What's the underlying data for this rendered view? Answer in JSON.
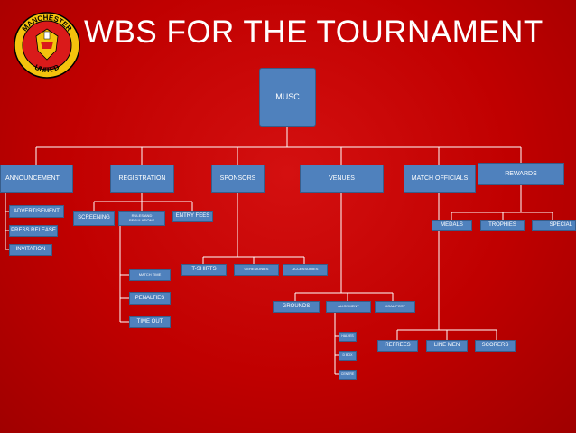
{
  "title": "WBS FOR THE TOURNAMENT",
  "logo": {
    "top_text": "MANCHESTER",
    "bottom_text": "UNITED"
  },
  "root": "MUSC",
  "categories": {
    "announcement": "ANNOUNCEMENT",
    "registration": "REGISTRATION",
    "sponsors": "SPONSORS",
    "venues": "VENUES",
    "match_officials": "MATCH OFFICIALS",
    "rewards": "REWARDS"
  },
  "announcement_items": [
    "ADVERTISEMENT",
    "PRESS RELEASE",
    "INVITATION"
  ],
  "registration_items": {
    "screening": "SCREENING",
    "rules": "RULES AND REGULATIONS",
    "entry_fees": "ENTRY FEES"
  },
  "rules_items": [
    "MATCH TIME",
    "PENALTIES",
    "TIME OUT"
  ],
  "sponsor_items": [
    "T-SHIRTS",
    "CEREMONIES",
    "ACCESSORIES"
  ],
  "venue_items": [
    "GROUNDS",
    "ALIGNMENT",
    "GOAL POST"
  ],
  "alignment_items": [
    "HALVES",
    "D BOX",
    "CENTRE"
  ],
  "official_items": [
    "REFREES",
    "LINE MEN",
    "SCORERS"
  ],
  "reward_items": [
    "MEDALS",
    "TROPHIES",
    "SPECIAL"
  ],
  "colors": {
    "background": "#c00000",
    "box": "#4f81bd",
    "box_border": "#385d8a",
    "line": "#ffffff"
  }
}
